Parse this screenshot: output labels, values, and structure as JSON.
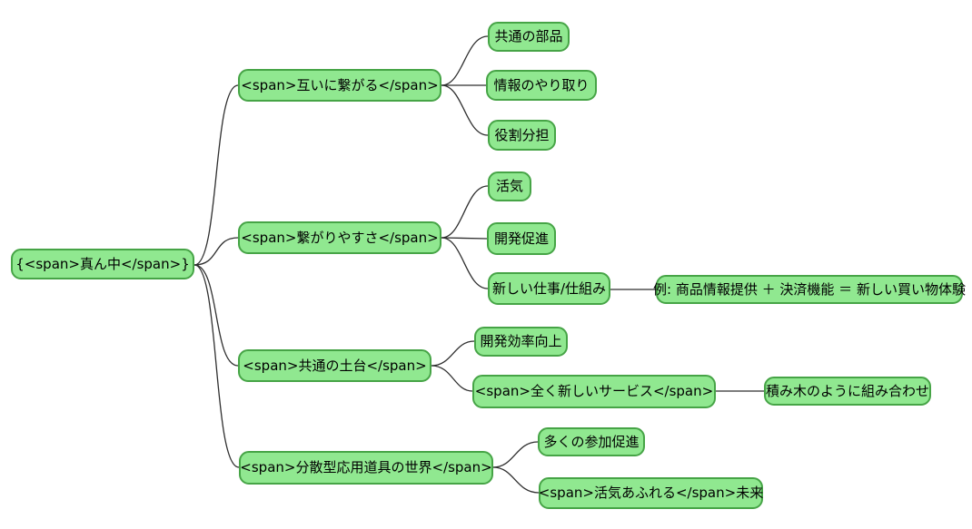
{
  "diagram_type": "mindmap",
  "colors": {
    "node_fill": "#90e890",
    "node_border": "#46a446",
    "edge": "#2f2f2f",
    "text": "#000000",
    "background": "#ffffff"
  },
  "mindmap": {
    "root": {
      "label": "{<span>真ん中</span>}",
      "children": [
        {
          "label": "<span>互いに繋がる</span>",
          "children": [
            {
              "label": "共通の部品"
            },
            {
              "label": "情報のやり取り"
            },
            {
              "label": "役割分担"
            }
          ]
        },
        {
          "label": "<span>繋がりやすさ</span>",
          "children": [
            {
              "label": "活気"
            },
            {
              "label": "開発促進"
            },
            {
              "label": "新しい仕事/仕組み",
              "children": [
                {
                  "label": "例: 商品情報提供 ＋ 決済機能 ＝ 新しい買い物体験"
                }
              ]
            }
          ]
        },
        {
          "label": "<span>共通の土台</span>",
          "children": [
            {
              "label": "開発効率向上"
            },
            {
              "label": "<span>全く新しいサービス</span>",
              "children": [
                {
                  "label": "積み木のように組み合わせ"
                }
              ]
            }
          ]
        },
        {
          "label": "<span>分散型応用道具の世界</span>",
          "children": [
            {
              "label": "多くの参加促進"
            },
            {
              "label": "<span>活気あふれる</span>未来"
            }
          ]
        }
      ]
    }
  }
}
